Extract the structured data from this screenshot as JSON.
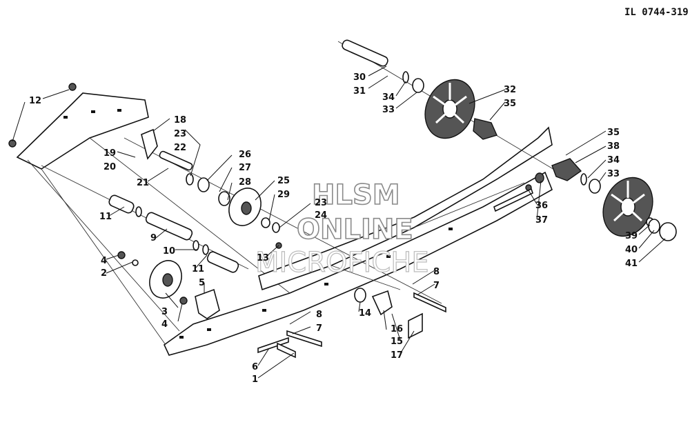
{
  "ref_number": "IL 0744-319",
  "watermark": {
    "line1": "HLSM",
    "line2": "ONLINE",
    "line3": "MICROFICHE"
  },
  "callouts": [
    {
      "id": "c1",
      "text": "1"
    },
    {
      "id": "c2",
      "text": "2"
    },
    {
      "id": "c3",
      "text": "3"
    },
    {
      "id": "c4a",
      "text": "4"
    },
    {
      "id": "c4b",
      "text": "4"
    },
    {
      "id": "c5",
      "text": "5"
    },
    {
      "id": "c6",
      "text": "6"
    },
    {
      "id": "c7a",
      "text": "7"
    },
    {
      "id": "c7b",
      "text": "7"
    },
    {
      "id": "c8a",
      "text": "8"
    },
    {
      "id": "c8b",
      "text": "8"
    },
    {
      "id": "c9",
      "text": "9"
    },
    {
      "id": "c10",
      "text": "10"
    },
    {
      "id": "c11a",
      "text": "11"
    },
    {
      "id": "c11b",
      "text": "11"
    },
    {
      "id": "c12",
      "text": "12"
    },
    {
      "id": "c13",
      "text": "13"
    },
    {
      "id": "c14",
      "text": "14"
    },
    {
      "id": "c15",
      "text": "15"
    },
    {
      "id": "c16",
      "text": "16"
    },
    {
      "id": "c17",
      "text": "17"
    },
    {
      "id": "c18",
      "text": "18"
    },
    {
      "id": "c19",
      "text": "19"
    },
    {
      "id": "c20",
      "text": "20"
    },
    {
      "id": "c21",
      "text": "21"
    },
    {
      "id": "c22",
      "text": "22"
    },
    {
      "id": "c23a",
      "text": "23"
    },
    {
      "id": "c23b",
      "text": "23"
    },
    {
      "id": "c24",
      "text": "24"
    },
    {
      "id": "c25",
      "text": "25"
    },
    {
      "id": "c26",
      "text": "26"
    },
    {
      "id": "c27",
      "text": "27"
    },
    {
      "id": "c28",
      "text": "28"
    },
    {
      "id": "c29",
      "text": "29"
    },
    {
      "id": "c30",
      "text": "30"
    },
    {
      "id": "c31",
      "text": "31"
    },
    {
      "id": "c32",
      "text": "32"
    },
    {
      "id": "c33a",
      "text": "33"
    },
    {
      "id": "c33b",
      "text": "33"
    },
    {
      "id": "c34a",
      "text": "34"
    },
    {
      "id": "c34b",
      "text": "34"
    },
    {
      "id": "c35a",
      "text": "35"
    },
    {
      "id": "c35b",
      "text": "35"
    },
    {
      "id": "c36",
      "text": "36"
    },
    {
      "id": "c37",
      "text": "37"
    },
    {
      "id": "c38",
      "text": "38"
    },
    {
      "id": "c39",
      "text": "39"
    },
    {
      "id": "c40",
      "text": "40"
    },
    {
      "id": "c41",
      "text": "41"
    }
  ]
}
